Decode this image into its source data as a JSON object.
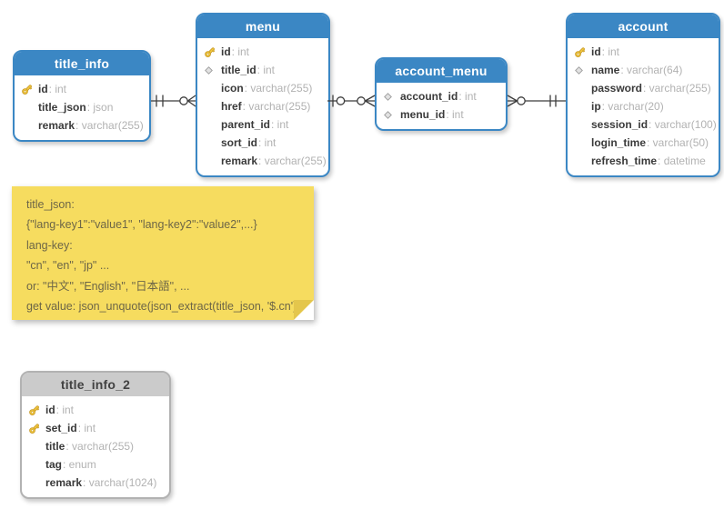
{
  "diagram": {
    "colors": {
      "table_header_blue": "#3b87c4",
      "table_header_gray": "#cbcbcb",
      "note_background": "#f6dc5f",
      "connector": "#3c3c3c",
      "key_icon_gold": "#f2c83c",
      "field_type_gray": "#b2b2b2"
    },
    "tables": [
      {
        "name": "title_info",
        "style": "blue",
        "fields": [
          {
            "icon": "key",
            "name": "id",
            "type": "int"
          },
          {
            "icon": "none",
            "name": "title_json",
            "type": "json"
          },
          {
            "icon": "none",
            "name": "remark",
            "type": "varchar(255)"
          }
        ]
      },
      {
        "name": "menu",
        "style": "blue",
        "fields": [
          {
            "icon": "key",
            "name": "id",
            "type": "int"
          },
          {
            "icon": "diamond",
            "name": "title_id",
            "type": "int"
          },
          {
            "icon": "none",
            "name": "icon",
            "type": "varchar(255)"
          },
          {
            "icon": "none",
            "name": "href",
            "type": "varchar(255)"
          },
          {
            "icon": "none",
            "name": "parent_id",
            "type": "int"
          },
          {
            "icon": "none",
            "name": "sort_id",
            "type": "int"
          },
          {
            "icon": "none",
            "name": "remark",
            "type": "varchar(255)"
          }
        ]
      },
      {
        "name": "account_menu",
        "style": "blue",
        "fields": [
          {
            "icon": "diamond",
            "name": "account_id",
            "type": "int"
          },
          {
            "icon": "diamond",
            "name": "menu_id",
            "type": "int"
          }
        ]
      },
      {
        "name": "account",
        "style": "blue",
        "fields": [
          {
            "icon": "key",
            "name": "id",
            "type": "int"
          },
          {
            "icon": "diamond",
            "name": "name",
            "type": "varchar(64)"
          },
          {
            "icon": "none",
            "name": "password",
            "type": "varchar(255)"
          },
          {
            "icon": "none",
            "name": "ip",
            "type": "varchar(20)"
          },
          {
            "icon": "none",
            "name": "session_id",
            "type": "varchar(100)"
          },
          {
            "icon": "none",
            "name": "login_time",
            "type": "varchar(50)"
          },
          {
            "icon": "none",
            "name": "refresh_time",
            "type": "datetime"
          }
        ]
      },
      {
        "name": "title_info_2",
        "style": "gray",
        "fields": [
          {
            "icon": "key",
            "name": "id",
            "type": "int"
          },
          {
            "icon": "key",
            "name": "set_id",
            "type": "int"
          },
          {
            "icon": "none",
            "name": "title",
            "type": "varchar(255)"
          },
          {
            "icon": "none",
            "name": "tag",
            "type": "enum"
          },
          {
            "icon": "none",
            "name": "remark",
            "type": "varchar(1024)"
          }
        ]
      }
    ],
    "relationships": [
      {
        "from": "title_info",
        "to": "menu",
        "from_cardinality": "exactly-one",
        "to_cardinality": "zero-or-many"
      },
      {
        "from": "menu",
        "to": "account_menu",
        "from_cardinality": "zero-or-one",
        "to_cardinality": "zero-or-many"
      },
      {
        "from": "account_menu",
        "to": "account",
        "from_cardinality": "zero-or-many",
        "to_cardinality": "exactly-one"
      }
    ],
    "note": {
      "lines": [
        "title_json:",
        "{\"lang-key1\":\"value1\", \"lang-key2\":\"value2\",...}",
        "lang-key:",
        "\"cn\", \"en\", \"jp\" ...",
        "or: \"中文\", \"English\", \"日本語\", ...",
        "get value: json_unquote(json_extract(title_json, '$.cn')"
      ]
    }
  }
}
